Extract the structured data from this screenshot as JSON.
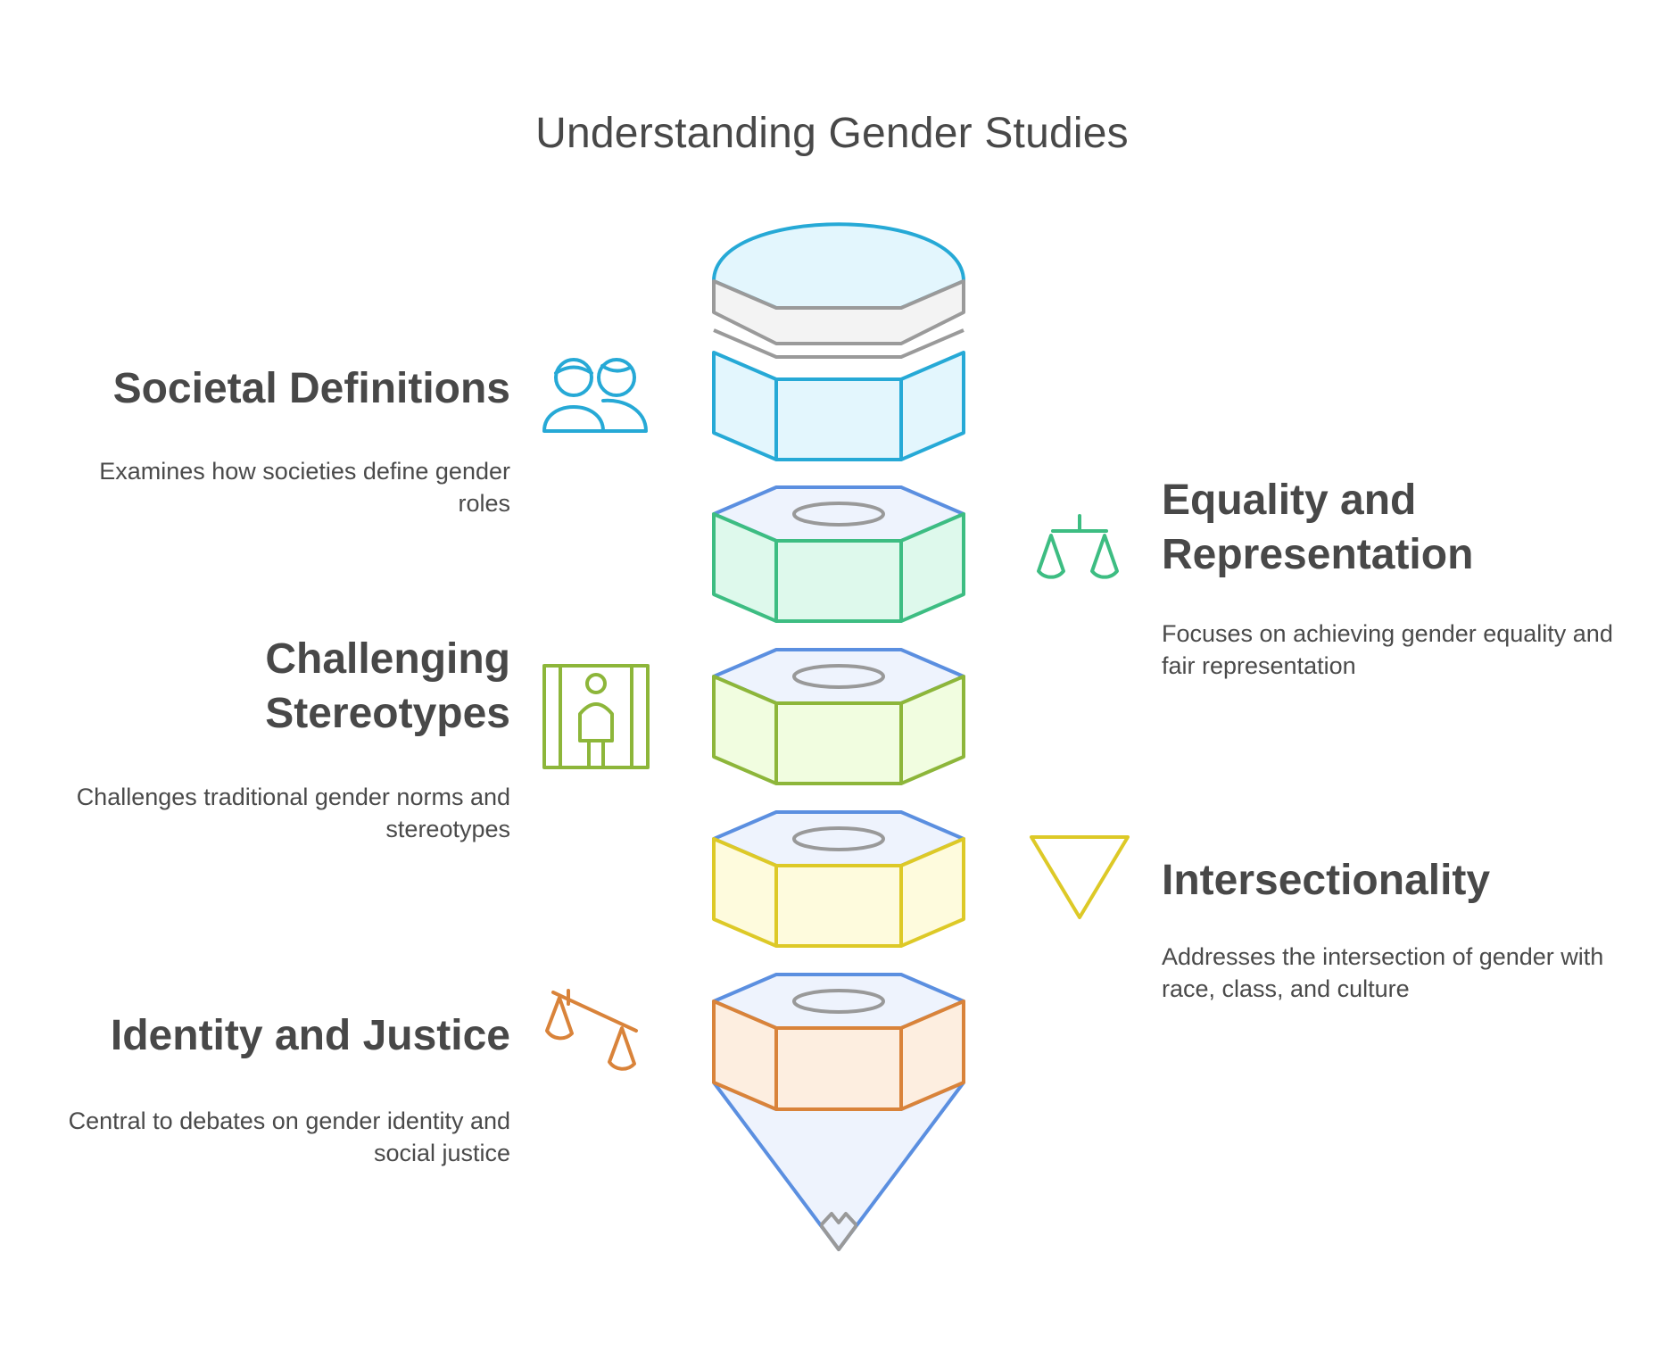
{
  "title": "Understanding Gender Studies",
  "sections": [
    {
      "heading": "Societal Definitions",
      "description": "Examines how societies define gender roles",
      "icon": "people-icon",
      "color": "#26a9d6",
      "fill": "#e3f6fd"
    },
    {
      "heading": "Equality and Representation",
      "description": "Focuses on achieving gender equality and fair representation",
      "icon": "balance-scale-icon",
      "color": "#3dbd82",
      "fill": "#def9ec"
    },
    {
      "heading": "Challenging Stereotypes",
      "description": "Challenges traditional gender norms and stereotypes",
      "icon": "person-behind-bars-icon",
      "color": "#8db63a",
      "fill": "#f1fde0"
    },
    {
      "heading": "Intersectionality",
      "description": "Addresses the intersection of gender with race, class, and culture",
      "icon": "triangle-down-icon",
      "color": "#ddc927",
      "fill": "#fefbdd"
    },
    {
      "heading": "Identity and Justice",
      "description": "Central to debates on gender identity and social justice",
      "icon": "tilted-scale-icon",
      "color": "#d9833a",
      "fill": "#fdeee0"
    }
  ],
  "colors": {
    "cap": "#26a9d6",
    "cap_fill": "#e3f6fd",
    "top_face": "#5b8fe0",
    "top_face_fill": "#eef3fd",
    "hole": "#999999",
    "rings": "#9a9a9a",
    "tip": "#5b8fe0"
  }
}
